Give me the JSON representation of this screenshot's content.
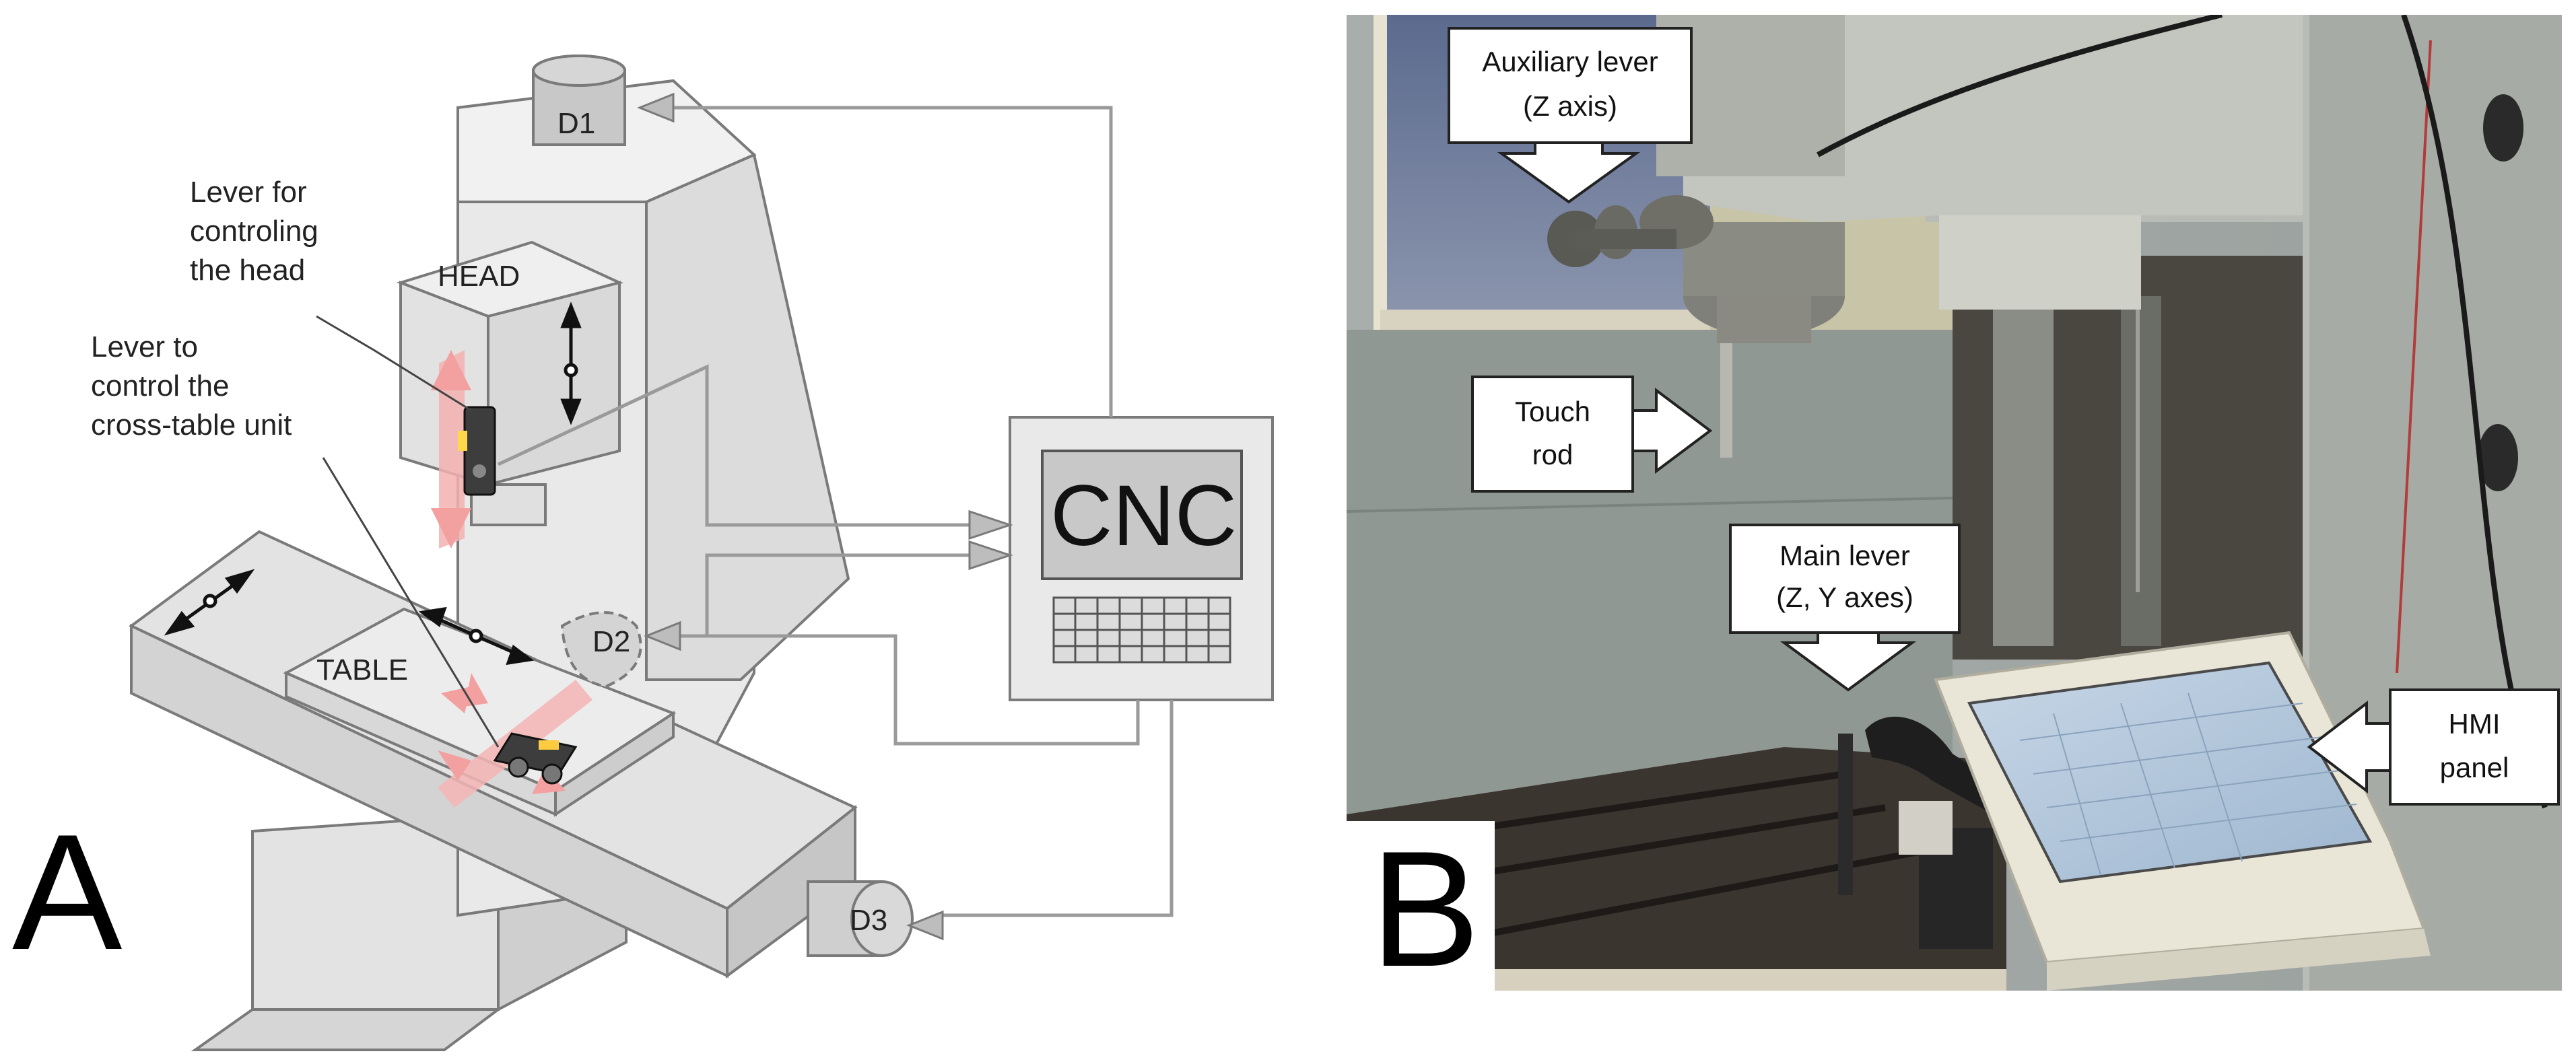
{
  "panel_a": {
    "letter": "A",
    "labels": {
      "head": "HEAD",
      "table": "TABLE",
      "cnc": "CNC",
      "d1": "D1",
      "d2": "D2",
      "d3": "D3",
      "lever_head": [
        "Lever for",
        "controling",
        "the head"
      ],
      "lever_cross": [
        "Lever to",
        "control the",
        "cross-table unit"
      ]
    }
  },
  "panel_b": {
    "letter": "B",
    "callouts": {
      "aux_lever": [
        "Auxiliary lever",
        "(Z axis)"
      ],
      "touch_rod": [
        "Touch",
        "rod"
      ],
      "main_lever": [
        "Main lever",
        "(Z, Y axes)"
      ],
      "hmi_panel": [
        "HMI",
        "panel"
      ]
    }
  },
  "colors": {
    "machine_fill": "#e6e6e6",
    "machine_stroke": "#7a7a7a",
    "connector": "#9a9a9a",
    "arrow_pink": "#f2a7a7",
    "photo_wall": "#9ea5a2",
    "photo_dark": "#3b3530"
  }
}
